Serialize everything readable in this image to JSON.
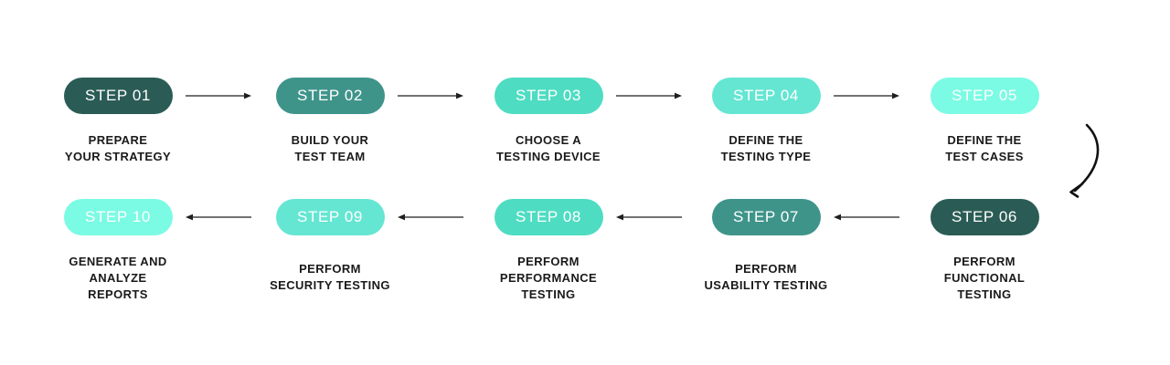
{
  "diagram": {
    "background_color": "#FFFFFF",
    "arrow_color": "#1F1F1F",
    "badge_text_color": "#FFFFFF",
    "label_text_color": "#1A1A1A"
  },
  "steps": [
    {
      "badge": "STEP 01",
      "label": "PREPARE\nYOUR STRATEGY",
      "color": "#2A5C55"
    },
    {
      "badge": "STEP 02",
      "label": "BUILD YOUR\nTEST TEAM",
      "color": "#3F948A"
    },
    {
      "badge": "STEP 03",
      "label": "CHOOSE A\nTESTING DEVICE",
      "color": "#4EDCC2"
    },
    {
      "badge": "STEP 04",
      "label": "DEFINE THE\nTESTING TYPE",
      "color": "#65E6D2"
    },
    {
      "badge": "STEP 05",
      "label": "DEFINE THE\nTEST CASES",
      "color": "#7BFBE3"
    },
    {
      "badge": "STEP 06",
      "label": "PERFORM\nFUNCTIONAL\nTESTING",
      "color": "#2A5C55"
    },
    {
      "badge": "STEP 07",
      "label": "PERFORM\nUSABILITY TESTING",
      "color": "#3F948A"
    },
    {
      "badge": "STEP 08",
      "label": "PERFORM\nPERFORMANCE\nTESTING",
      "color": "#4EDCC2"
    },
    {
      "badge": "STEP 09",
      "label": "PERFORM\nSECURITY TESTING",
      "color": "#65E6D2"
    },
    {
      "badge": "STEP 10",
      "label": "GENERATE AND\nANALYZE\nREPORTS",
      "color": "#7BFBE3"
    }
  ],
  "flow_arrows": [
    {
      "name": "arrow-step01-to-step02",
      "direction": "right"
    },
    {
      "name": "arrow-step02-to-step03",
      "direction": "right"
    },
    {
      "name": "arrow-step03-to-step04",
      "direction": "right"
    },
    {
      "name": "arrow-step04-to-step05",
      "direction": "right"
    },
    {
      "name": "curved-arrow-step05-to-step06",
      "direction": "down-left"
    },
    {
      "name": "arrow-step06-to-step07",
      "direction": "left"
    },
    {
      "name": "arrow-step07-to-step08",
      "direction": "left"
    },
    {
      "name": "arrow-step08-to-step09",
      "direction": "left"
    },
    {
      "name": "arrow-step09-to-step10",
      "direction": "left"
    }
  ]
}
